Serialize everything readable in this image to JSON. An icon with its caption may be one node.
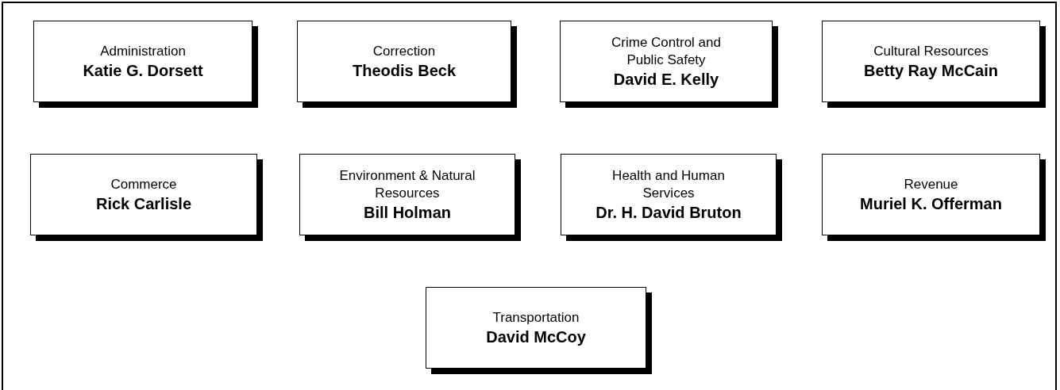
{
  "diagram": {
    "nodes": [
      {
        "text": [
          "Administration",
          "Katie G. Dorsett"
        ]
      },
      {
        "text": [
          "Correction",
          "Theodis Beck"
        ]
      },
      {
        "text": [
          "Crime Control and Public Safety",
          "David E. Kelly"
        ]
      },
      {
        "text": [
          "Cultural Resources",
          "Betty Ray McCain"
        ]
      },
      {
        "text": [
          "Commerce",
          "Rick Carlisle"
        ]
      },
      {
        "text": [
          "Environment & Natural Resources",
          "Bill Holman"
        ]
      },
      {
        "text": [
          "Health and Human Services",
          "Dr. H. David Bruton"
        ]
      },
      {
        "text": [
          "Revenue",
          "Muriel K. Offerman"
        ]
      },
      {
        "text": [
          "Transportation",
          "David McCoy"
        ]
      }
    ]
  }
}
